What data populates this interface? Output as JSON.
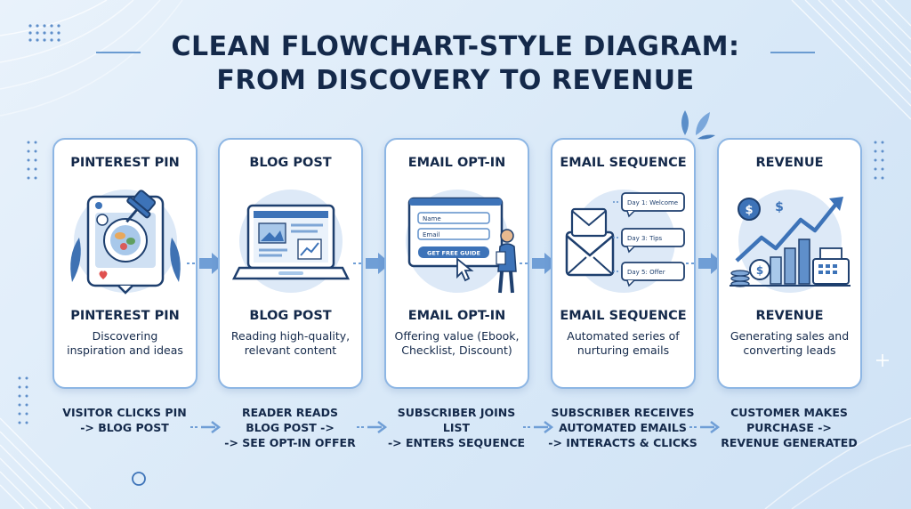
{
  "title": {
    "line1": "CLEAN FLOWCHART-STYLE DIAGRAM:",
    "line2": "FROM DISCOVERY TO REVENUE"
  },
  "colors": {
    "accent": "#2f6db5",
    "card_border": "#8db6e4",
    "text": "#14294a",
    "background": "#dcebf8"
  },
  "steps": [
    {
      "header": "PINTEREST PIN",
      "title": "PINTEREST PIN",
      "description": "Discovering inspiration and ideas",
      "icon": "pinterest-pin-icon",
      "action": [
        "VISITOR CLICKS PIN",
        "-> BLOG POST"
      ]
    },
    {
      "header": "BLOG POST",
      "title": "BLOG POST",
      "description": "Reading high-quality, relevant content",
      "icon": "laptop-blog-icon",
      "action": [
        "READER READS",
        "BLOG POST ->",
        "-> SEE OPT-IN OFFER"
      ]
    },
    {
      "header": "EMAIL OPT-IN",
      "title": "EMAIL OPT-IN",
      "description": "Offering value (Ebook, Checklist, Discount)",
      "icon": "optin-form-icon",
      "form": {
        "name_placeholder": "Name",
        "email_placeholder": "Email",
        "button_label": "GET FREE GUIDE"
      },
      "action": [
        "SUBSCRIBER JOINS",
        "LIST",
        "-> ENTERS SEQUENCE"
      ]
    },
    {
      "header": "EMAIL SEQUENCE",
      "title": "EMAIL SEQUENCE",
      "description": "Automated series of nurturing emails",
      "icon": "email-envelope-icon",
      "bubbles": [
        "Day 1: Welcome",
        "Day 3: Tips",
        "Day 5: Offer"
      ],
      "action": [
        "SUBSCRIBER RECEIVES",
        "AUTOMATED EMAILS",
        "-> INTERACTS & CLICKS"
      ]
    },
    {
      "header": "REVENUE",
      "title": "REVENUE",
      "description": "Generating sales and converting leads",
      "icon": "revenue-growth-icon",
      "action": [
        "CUSTOMER MAKES",
        "PURCHASE ->",
        "REVENUE GENERATED"
      ]
    }
  ]
}
